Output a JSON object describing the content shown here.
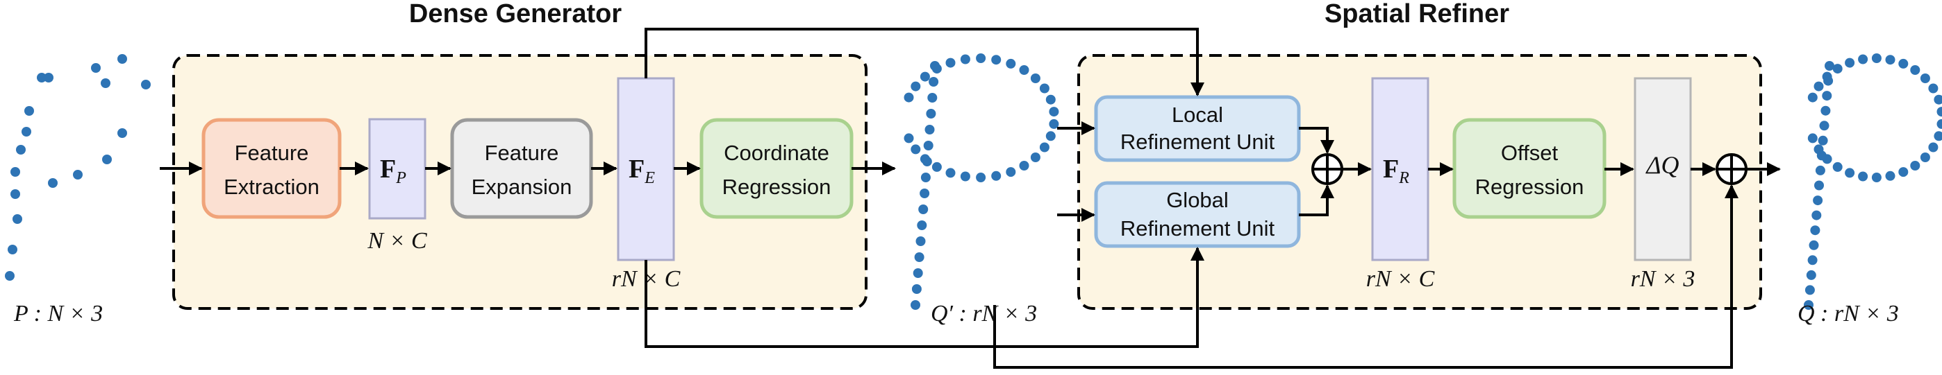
{
  "colors": {
    "panel_fill": "#fdf5e2",
    "point": "#2e74b5",
    "orange_fill": "#fbe0d2",
    "orange_stroke": "#f0a47a",
    "gray_fill": "#eeeeee",
    "gray_stroke": "#9a9a9a",
    "green_fill": "#e2f0d9",
    "green_stroke": "#a9d18e",
    "blue_fill": "#dbe9f6",
    "blue_stroke": "#8fb6dd",
    "feat_fill": "#e4e4fa",
    "feat_stroke": "#a9a9c8",
    "dq_fill": "#efefef",
    "dq_stroke": "#b5b5b5"
  },
  "dense_generator": {
    "title": "Dense Generator",
    "feature_extraction": [
      "Feature",
      "Extraction"
    ],
    "feature_expansion": [
      "Feature",
      "Expansion"
    ],
    "coordinate_regression": [
      "Coordinate",
      "Regression"
    ],
    "fp": {
      "main": "F",
      "sub": "P",
      "dims": "N × C"
    },
    "fe": {
      "main": "F",
      "sub": "E",
      "dims": "rN × C"
    }
  },
  "spatial_refiner": {
    "title": "Spatial Refiner",
    "local_unit": [
      "Local",
      "Refinement Unit"
    ],
    "global_unit": [
      "Global",
      "Refinement Unit"
    ],
    "offset_regression": [
      "Offset",
      "Regression"
    ],
    "fr": {
      "main": "F",
      "sub": "R",
      "dims": "rN × C"
    },
    "dq": {
      "text": "ΔQ",
      "dims": "rN × 3"
    }
  },
  "point_clouds": {
    "input_label": "P : N × 3",
    "dense_label": "Q′ : rN × 3",
    "output_label": "Q : rN × 3"
  }
}
